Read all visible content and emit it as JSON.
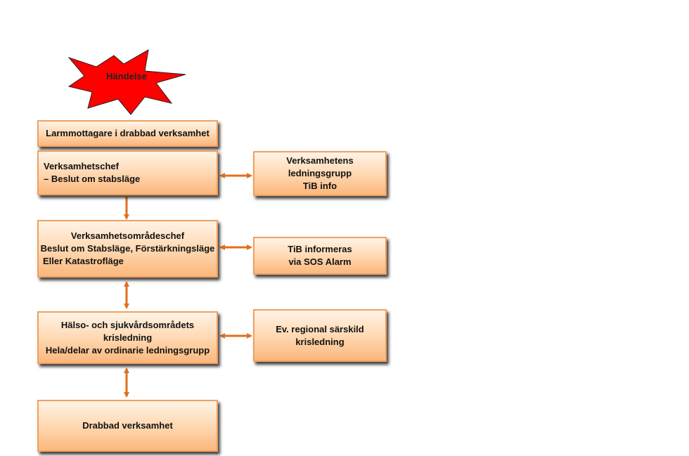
{
  "event": {
    "label": "Händelse"
  },
  "boxes": {
    "alarm": {
      "lines": [
        "Larmmottagare i drabbad verksamhet"
      ]
    },
    "manager": {
      "lines": [
        "Verksamhetschef",
        "– Beslut om stabsläge"
      ]
    },
    "management_group": {
      "lines": [
        "Verksamhetens",
        "ledningsgrupp",
        "TiB info"
      ]
    },
    "area_manager": {
      "lines": [
        "Verksamhetsområdeschef",
        "Beslut om Stabsläge, Förstärkningsläge",
        "Eller Katastrofläge"
      ]
    },
    "tib": {
      "lines": [
        "TiB informeras",
        "via SOS Alarm"
      ]
    },
    "crisis_mgmt": {
      "lines": [
        "Hälso- och sjukvårdsområdets",
        "krisledning",
        "Hela/delar av ordinarie ledningsgrupp"
      ]
    },
    "regional": {
      "lines": [
        "Ev. regional särskild",
        "krisledning"
      ]
    },
    "affected": {
      "lines": [
        "Drabbad verksamhet"
      ]
    }
  },
  "colors": {
    "star_fill": "#ff0000",
    "arrow": "#e0701e",
    "box_border": "#f0a060"
  }
}
